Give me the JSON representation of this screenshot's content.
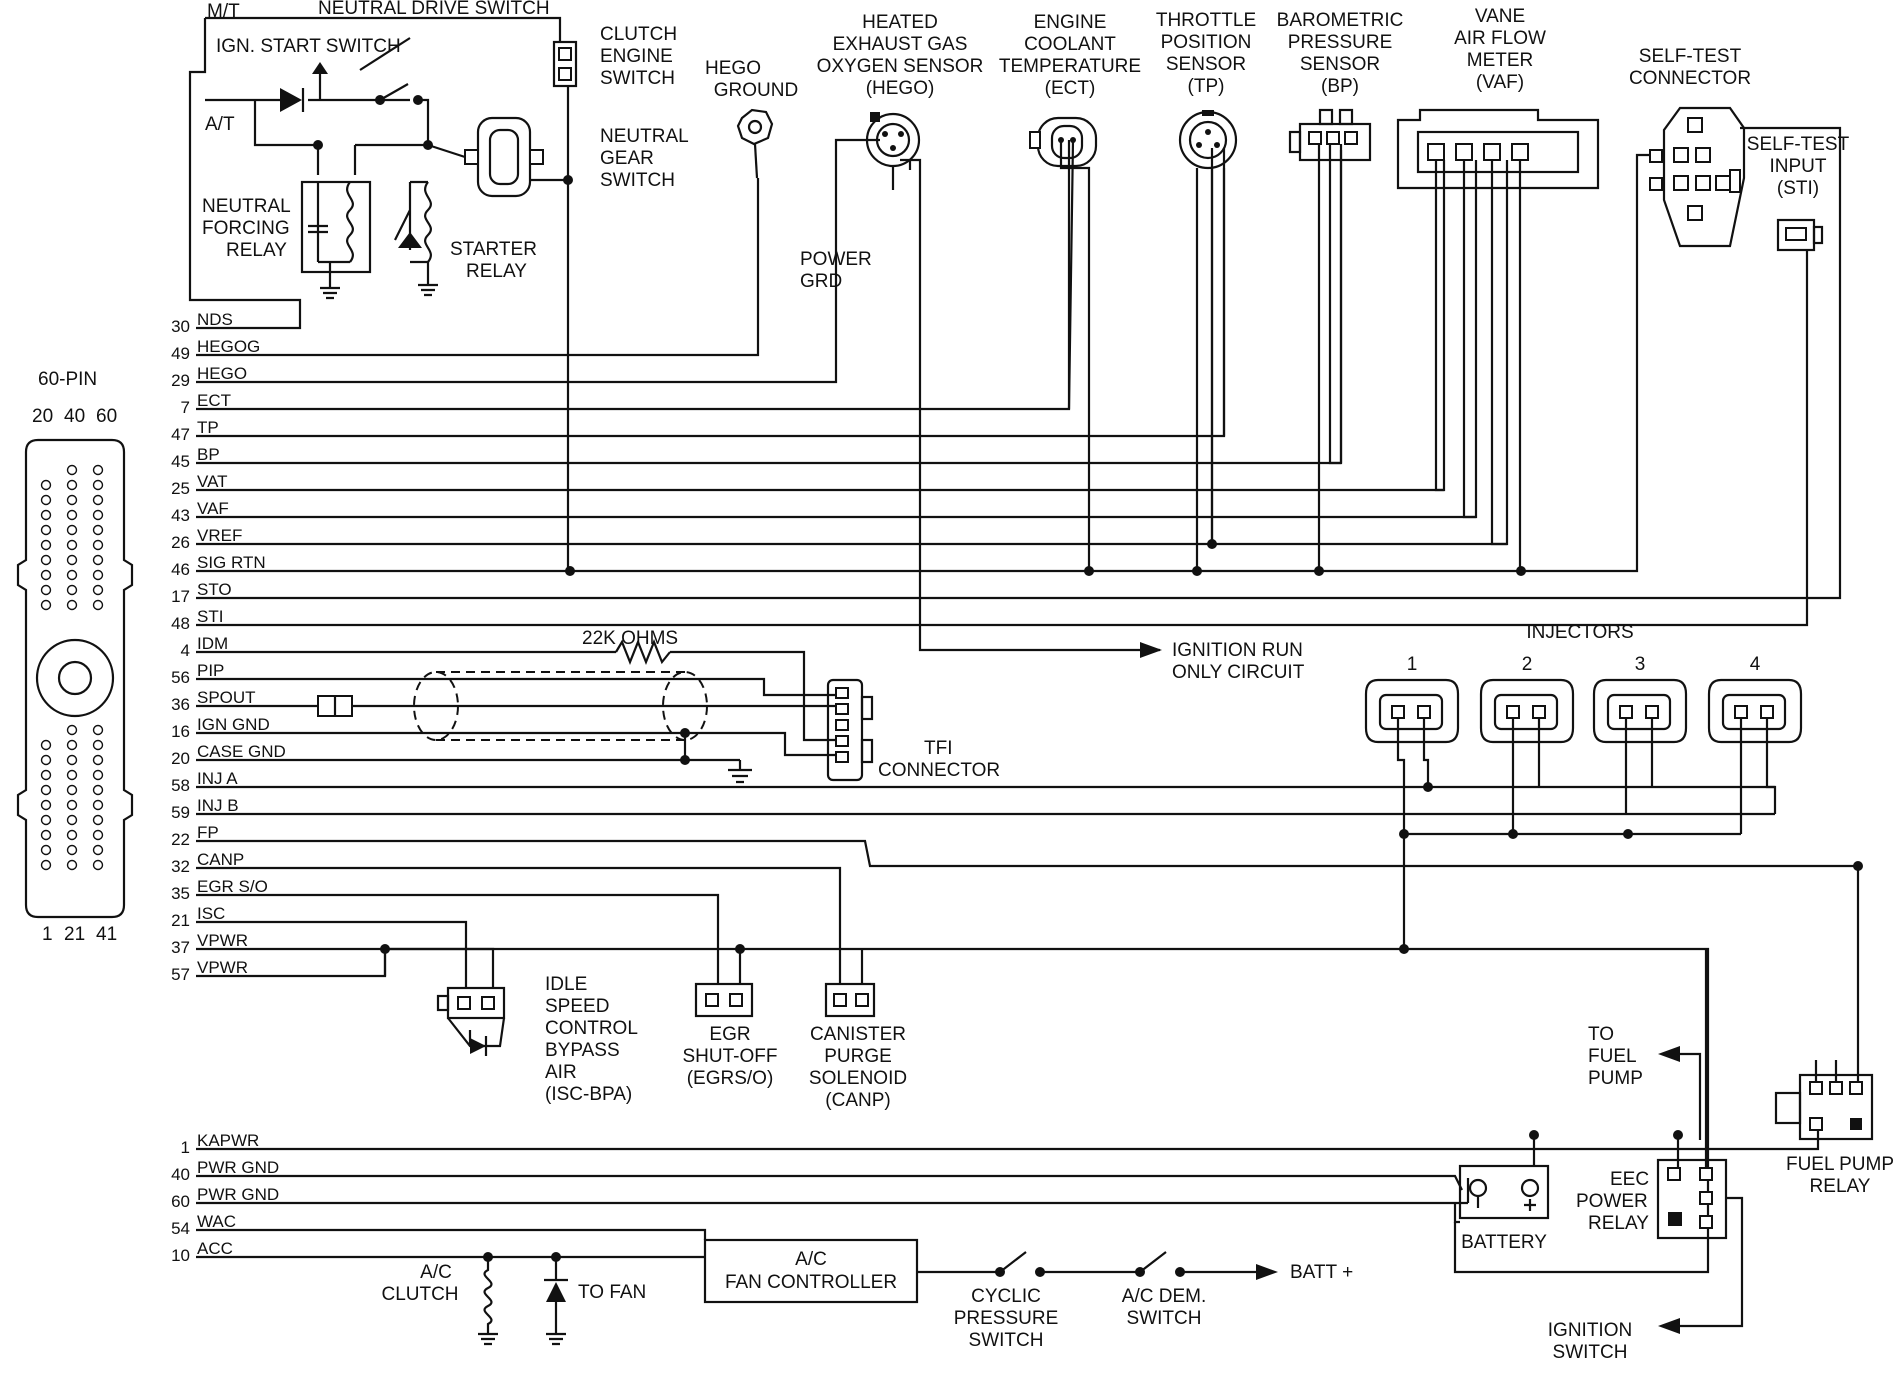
{
  "connector": {
    "title": "60-PIN",
    "top_numbers": [
      "20",
      "40",
      "60"
    ],
    "bottom_numbers": [
      "1",
      "21",
      "41"
    ]
  },
  "pins": [
    {
      "num": "30",
      "sig": "NDS"
    },
    {
      "num": "49",
      "sig": "HEGOG"
    },
    {
      "num": "29",
      "sig": "HEGO"
    },
    {
      "num": "7",
      "sig": "ECT"
    },
    {
      "num": "47",
      "sig": "TP"
    },
    {
      "num": "45",
      "sig": "BP"
    },
    {
      "num": "25",
      "sig": "VAT"
    },
    {
      "num": "43",
      "sig": "VAF"
    },
    {
      "num": "26",
      "sig": "VREF"
    },
    {
      "num": "46",
      "sig": "SIG RTN"
    },
    {
      "num": "17",
      "sig": "STO"
    },
    {
      "num": "48",
      "sig": "STI"
    },
    {
      "num": "4",
      "sig": "IDM"
    },
    {
      "num": "56",
      "sig": "PIP"
    },
    {
      "num": "36",
      "sig": "SPOUT"
    },
    {
      "num": "16",
      "sig": "IGN GND"
    },
    {
      "num": "20",
      "sig": "CASE GND"
    },
    {
      "num": "58",
      "sig": "INJ A"
    },
    {
      "num": "59",
      "sig": "INJ B"
    },
    {
      "num": "22",
      "sig": "FP"
    },
    {
      "num": "32",
      "sig": "CANP"
    },
    {
      "num": "35",
      "sig": "EGR S/O"
    },
    {
      "num": "21",
      "sig": "ISC"
    },
    {
      "num": "37",
      "sig": "VPWR"
    },
    {
      "num": "57",
      "sig": "VPWR"
    },
    {
      "num": "1",
      "sig": "KAPWR"
    },
    {
      "num": "40",
      "sig": "PWR GND"
    },
    {
      "num": "60",
      "sig": "PWR GND"
    },
    {
      "num": "54",
      "sig": "WAC"
    },
    {
      "num": "10",
      "sig": "ACC"
    }
  ],
  "labels": {
    "mt": "M/T",
    "at": "A/T",
    "neutral_drive_switch": "NEUTRAL DRIVE SWITCH",
    "ign_start_switch": "IGN. START SWITCH",
    "neutral_forcing_relay": [
      "NEUTRAL",
      "FORCING",
      "RELAY"
    ],
    "starter_relay": [
      "STARTER",
      "RELAY"
    ],
    "clutch_engine_switch": [
      "CLUTCH",
      "ENGINE",
      "SWITCH"
    ],
    "neutral_gear_switch": [
      "NEUTRAL",
      "GEAR",
      "SWITCH"
    ],
    "hego_ground": [
      "HEGO",
      "GROUND"
    ],
    "hego_sensor": [
      "HEATED",
      "EXHAUST GAS",
      "OXYGEN SENSOR",
      "(HEGO)"
    ],
    "power_grd": [
      "POWER",
      "GRD"
    ],
    "ect_sensor": [
      "ENGINE",
      "COOLANT",
      "TEMPERATURE",
      "(ECT)"
    ],
    "tp_sensor": [
      "THROTTLE",
      "POSITION",
      "SENSOR",
      "(TP)"
    ],
    "bp_sensor": [
      "BAROMETRIC",
      "PRESSURE",
      "SENSOR",
      "(BP)"
    ],
    "vaf_meter": [
      "VANE",
      "AIR FLOW",
      "METER",
      "(VAF)"
    ],
    "self_test_connector": [
      "SELF-TEST",
      "CONNECTOR"
    ],
    "self_test_input": [
      "SELF-TEST",
      "INPUT",
      "(STI)"
    ],
    "ignition_run": [
      "IGNITION RUN",
      "ONLY CIRCUIT"
    ],
    "resistor": "22K OHMS",
    "tfi_connector": [
      "TFI",
      "CONNECTOR"
    ],
    "injectors": "INJECTORS",
    "injector_numbers": [
      "1",
      "2",
      "3",
      "4"
    ],
    "isc": [
      "IDLE",
      "SPEED",
      "CONTROL",
      "BYPASS",
      "AIR",
      "(ISC-BPA)"
    ],
    "egr": [
      "EGR",
      "SHUT-OFF",
      "(EGRS/O)"
    ],
    "canp": [
      "CANISTER",
      "PURGE",
      "SOLENOID",
      "(CANP)"
    ],
    "to_fuel_pump": [
      "TO",
      "FUEL",
      "PUMP"
    ],
    "fuel_pump_relay": [
      "FUEL PUMP",
      "RELAY"
    ],
    "eec_power_relay": [
      "EEC",
      "POWER",
      "RELAY"
    ],
    "battery": "BATTERY",
    "ignition_switch": [
      "IGNITION",
      "SWITCH"
    ],
    "ac_fan_controller": [
      "A/C",
      "FAN CONTROLLER"
    ],
    "ac_clutch": [
      "A/C",
      "CLUTCH"
    ],
    "to_fan": "TO FAN",
    "cyclic_pressure_switch": [
      "CYCLIC",
      "PRESSURE",
      "SWITCH"
    ],
    "ac_dem_switch": [
      "A/C DEM.",
      "SWITCH"
    ],
    "batt_plus": "BATT +"
  }
}
